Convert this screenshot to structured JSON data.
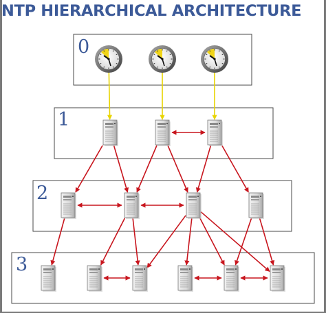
{
  "title": "NTP HIERARCHICAL ARCHITECTURE",
  "colors": {
    "title": "#3c5a98",
    "stratum_label": "#3c5a98",
    "reference_arrow": "#e8d400",
    "sync_arrow": "#c8161e",
    "peer_arrow": "#c8161e"
  },
  "strata": [
    {
      "label": "0",
      "node_type": "clock-icon",
      "node_count": 3
    },
    {
      "label": "1",
      "node_type": "server-icon",
      "node_count": 3
    },
    {
      "label": "2",
      "node_type": "server-icon",
      "node_count": 4
    },
    {
      "label": "3",
      "node_type": "server-icon",
      "node_count": 6
    }
  ],
  "edges": [
    {
      "from": "s0-0",
      "to": "s1-0",
      "kind": "reference"
    },
    {
      "from": "s0-1",
      "to": "s1-1",
      "kind": "reference"
    },
    {
      "from": "s0-2",
      "to": "s1-2",
      "kind": "reference"
    },
    {
      "from": "s1-1",
      "to": "s1-2",
      "kind": "peer"
    },
    {
      "from": "s1-0",
      "to": "s2-0",
      "kind": "sync"
    },
    {
      "from": "s1-0",
      "to": "s2-1",
      "kind": "sync"
    },
    {
      "from": "s1-1",
      "to": "s2-1",
      "kind": "sync"
    },
    {
      "from": "s1-1",
      "to": "s2-2",
      "kind": "sync"
    },
    {
      "from": "s1-2",
      "to": "s2-2",
      "kind": "sync"
    },
    {
      "from": "s1-2",
      "to": "s2-3",
      "kind": "sync"
    },
    {
      "from": "s2-0",
      "to": "s2-1",
      "kind": "peer"
    },
    {
      "from": "s2-1",
      "to": "s2-2",
      "kind": "peer"
    },
    {
      "from": "s2-0",
      "to": "s3-0",
      "kind": "sync"
    },
    {
      "from": "s2-1",
      "to": "s3-1",
      "kind": "sync"
    },
    {
      "from": "s2-1",
      "to": "s3-2",
      "kind": "sync"
    },
    {
      "from": "s2-2",
      "to": "s3-2",
      "kind": "sync"
    },
    {
      "from": "s2-2",
      "to": "s3-3",
      "kind": "sync"
    },
    {
      "from": "s2-2",
      "to": "s3-4",
      "kind": "sync"
    },
    {
      "from": "s2-2",
      "to": "s3-5",
      "kind": "sync"
    },
    {
      "from": "s2-3",
      "to": "s3-4",
      "kind": "sync"
    },
    {
      "from": "s2-3",
      "to": "s3-5",
      "kind": "sync"
    },
    {
      "from": "s3-1",
      "to": "s3-2",
      "kind": "peer"
    },
    {
      "from": "s3-3",
      "to": "s3-4",
      "kind": "peer"
    },
    {
      "from": "s3-4",
      "to": "s3-5",
      "kind": "peer"
    }
  ]
}
